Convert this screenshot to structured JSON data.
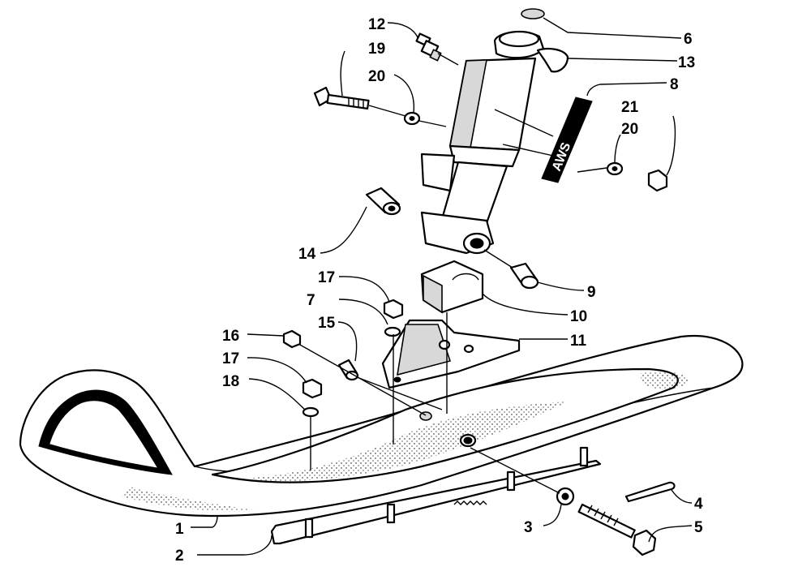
{
  "diagram": {
    "decal_text": "AWS",
    "callouts": [
      {
        "id": "c1",
        "label": "1"
      },
      {
        "id": "c2",
        "label": "2"
      },
      {
        "id": "c3",
        "label": "3"
      },
      {
        "id": "c4",
        "label": "4"
      },
      {
        "id": "c5",
        "label": "5"
      },
      {
        "id": "c6",
        "label": "6"
      },
      {
        "id": "c7",
        "label": "7"
      },
      {
        "id": "c8",
        "label": "8"
      },
      {
        "id": "c9",
        "label": "9"
      },
      {
        "id": "c10",
        "label": "10"
      },
      {
        "id": "c11",
        "label": "11"
      },
      {
        "id": "c12",
        "label": "12"
      },
      {
        "id": "c13",
        "label": "13"
      },
      {
        "id": "c14",
        "label": "14"
      },
      {
        "id": "c15",
        "label": "15"
      },
      {
        "id": "c16",
        "label": "16"
      },
      {
        "id": "c17a",
        "label": "17"
      },
      {
        "id": "c17b",
        "label": "17"
      },
      {
        "id": "c18",
        "label": "18"
      },
      {
        "id": "c19",
        "label": "19"
      },
      {
        "id": "c20a",
        "label": "20"
      },
      {
        "id": "c20b",
        "label": "20"
      },
      {
        "id": "c21",
        "label": "21"
      }
    ]
  }
}
